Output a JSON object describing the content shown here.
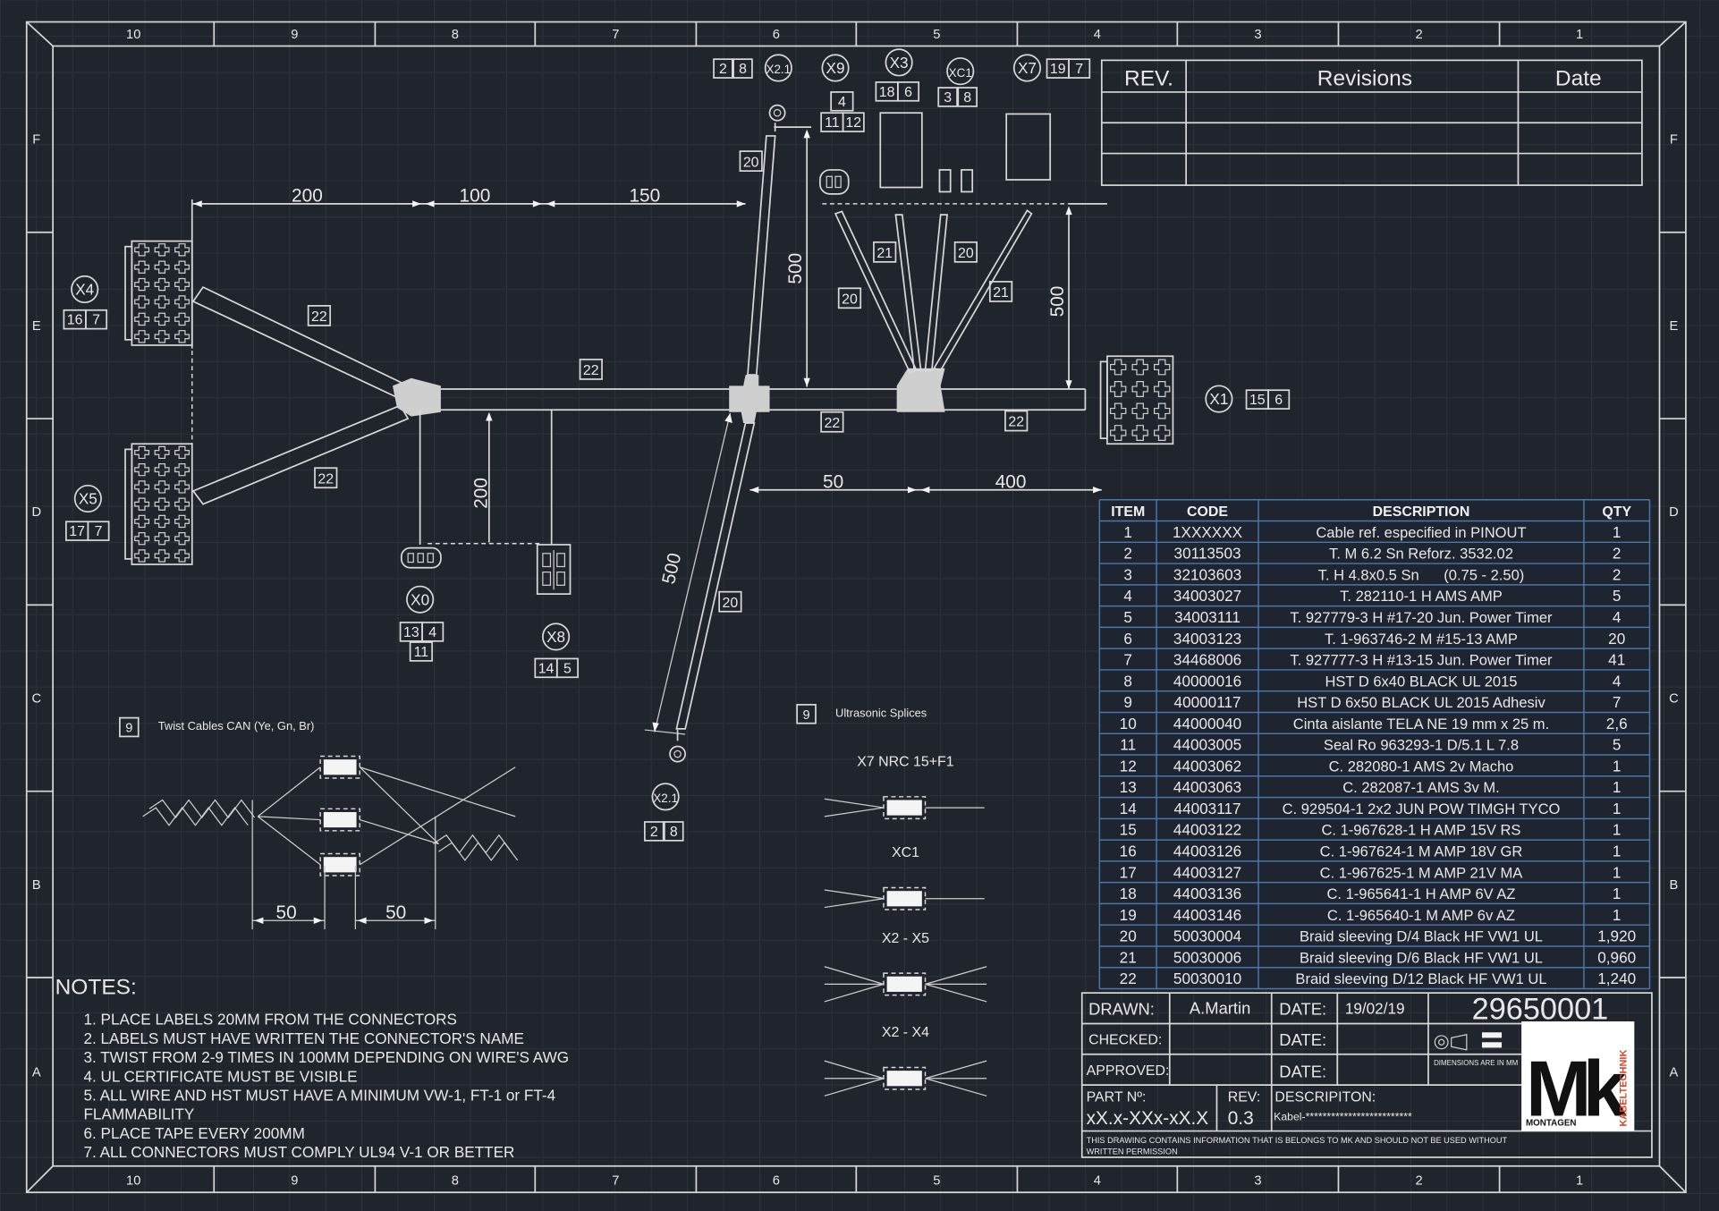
{
  "frame": {
    "columns": [
      "10",
      "9",
      "8",
      "7",
      "6",
      "5",
      "4",
      "3",
      "2",
      "1"
    ],
    "rows": [
      "F",
      "E",
      "D",
      "C",
      "B",
      "A"
    ]
  },
  "revisions": {
    "headers": [
      "REV.",
      "Revisions",
      "Date"
    ],
    "rows": [
      [
        "",
        "",
        ""
      ],
      [
        "",
        "",
        ""
      ],
      [
        "",
        "",
        ""
      ]
    ]
  },
  "dimensions": {
    "top_200": "200",
    "top_100": "100",
    "top_150": "150",
    "vert_500_left": "500",
    "vert_500_right": "500",
    "vert_200": "200",
    "diag_500": "500",
    "mid_50": "50",
    "mid_400": "400",
    "twist_50_a": "50",
    "twist_50_b": "50"
  },
  "connectors": {
    "X4": {
      "label": "X4",
      "a": "16",
      "b": "7"
    },
    "X5": {
      "label": "X5",
      "a": "17",
      "b": "7"
    },
    "X0": {
      "label": "X0",
      "a": "13",
      "b": "4",
      "c": "11"
    },
    "X8": {
      "label": "X8",
      "a": "14",
      "b": "5"
    },
    "X1": {
      "label": "X1",
      "a": "15",
      "b": "6"
    },
    "X21_top": {
      "label": "X2.1",
      "a": "2",
      "b": "8"
    },
    "X21_bot": {
      "label": "X2.1",
      "a": "2",
      "b": "8"
    },
    "X9": {
      "label": "X9",
      "a": "11",
      "b": "12",
      "c": "4"
    },
    "X3": {
      "label": "X3",
      "a": "18",
      "b": "6"
    },
    "XC1": {
      "label": "XC1",
      "a": "3",
      "b": "8"
    },
    "X7": {
      "label": "X7",
      "a": "19",
      "b": "7"
    }
  },
  "item_tags": {
    "t22a": "22",
    "t22b": "22",
    "t22c": "22",
    "t22d": "22",
    "t22e": "22",
    "t20a": "20",
    "t20b": "20",
    "t20c": "20",
    "t20d": "20",
    "t21a": "21",
    "t21b": "21"
  },
  "legend": {
    "twist_item": "9",
    "twist_label": "Twist Cables CAN (Ye, Gn, Br)",
    "splice_item": "9",
    "splice_label": "Ultrasonic Splices",
    "splices": [
      "X7 NRC 15+F1",
      "XC1",
      "X2 - X5",
      "X2 - X4"
    ]
  },
  "notes": {
    "title": "NOTES:",
    "items": [
      "1. PLACE LABELS 20MM FROM THE CONNECTORS",
      "2. LABELS MUST HAVE WRITTEN THE CONNECTOR'S NAME",
      "3. TWIST FROM 2-9 TIMES IN 100MM DEPENDING ON WIRE'S AWG",
      "4. UL CERTIFICATE MUST BE VISIBLE",
      "5. ALL WIRE AND HST MUST HAVE A MINIMUM VW-1, FT-1 or FT-4",
      "FLAMMABILITY",
      "6. PLACE TAPE EVERY 200MM",
      "7. ALL CONNECTORS MUST COMPLY UL94 V-1 OR BETTER"
    ]
  },
  "bom": {
    "headers": [
      "ITEM",
      "CODE",
      "DESCRIPTION",
      "QTY"
    ],
    "rows": [
      [
        "1",
        "1XXXXXX",
        "Cable ref. especified in PINOUT",
        "1"
      ],
      [
        "2",
        "30113503",
        "T. M 6.2 Sn Reforz. 3532.02",
        "2"
      ],
      [
        "3",
        "32103603",
        "T. H 4.8x0.5 Sn      (0.75 - 2.50)",
        "2"
      ],
      [
        "4",
        "34003027",
        "T. 282110-1 H AMS AMP",
        "5"
      ],
      [
        "5",
        "34003111",
        "T. 927779-3 H #17-20 Jun. Power Timer",
        "4"
      ],
      [
        "6",
        "34003123",
        "T. 1-963746-2 M #15-13 AMP",
        "20"
      ],
      [
        "7",
        "34468006",
        "T. 927777-3 H #13-15 Jun. Power Timer",
        "41"
      ],
      [
        "8",
        "40000016",
        "HST D 6x40 BLACK UL 2015",
        "4"
      ],
      [
        "9",
        "40000117",
        "HST D 6x50 BLACK UL 2015 Adhesiv",
        "7"
      ],
      [
        "10",
        "44000040",
        "Cinta aislante TELA NE 19 mm x 25 m.",
        "2,6"
      ],
      [
        "11",
        "44003005",
        "Seal Ro 963293-1 D/5.1 L 7.8",
        "5"
      ],
      [
        "12",
        "44003062",
        "C. 282080-1 AMS 2v Macho",
        "1"
      ],
      [
        "13",
        "44003063",
        "C. 282087-1 AMS 3v M.",
        "1"
      ],
      [
        "14",
        "44003117",
        "C. 929504-1 2x2 JUN POW TIMGH TYCO",
        "1"
      ],
      [
        "15",
        "44003122",
        "C. 1-967628-1 H AMP 15V RS",
        "1"
      ],
      [
        "16",
        "44003126",
        "C. 1-967624-1 M AMP 18V GR",
        "1"
      ],
      [
        "17",
        "44003127",
        "C. 1-967625-1 M AMP 21V MA",
        "1"
      ],
      [
        "18",
        "44003136",
        "C. 1-965641-1 H AMP 6V AZ",
        "1"
      ],
      [
        "19",
        "44003146",
        "C. 1-965640-1 M AMP 6v AZ",
        "1"
      ],
      [
        "20",
        "50030004",
        "Braid sleeving D/4 Black HF VW1 UL",
        "1,920"
      ],
      [
        "21",
        "50030006",
        "Braid sleeving D/6 Black HF VW1 UL",
        "0,960"
      ],
      [
        "22",
        "50030010",
        "Braid sleeving D/12 Black HF VW1 UL",
        "1,240"
      ]
    ]
  },
  "title_block": {
    "drawn_label": "DRAWN:",
    "drawn_value": "A.Martin",
    "checked_label": "CHECKED:",
    "approved_label": "APPROVED:",
    "date_label": "DATE:",
    "date_value": "19/02/19",
    "drawing_number": "29650001",
    "dims_note": "DIMENSIONS ARE IN MM",
    "part_label": "PART Nº:",
    "part_value": "xX.x-XXx-xX.X",
    "rev_label": "REV:",
    "rev_value": "0.3",
    "desc_label": "DESCRIPITON:",
    "desc_value": "Kabel-*************************",
    "disclaimer_1": "THIS DRAWING CONTAINS INFORMATION THAT IS BELONGS TO MK AND SHOULD NOT BE USED WITHOUT",
    "disclaimer_2": "WRITTEN PERMISSION",
    "logo_main": "Mk",
    "logo_sub": "MONTAGEN",
    "logo_side": "KABELTECHNIK",
    "logo_accent": "#e0442a"
  }
}
